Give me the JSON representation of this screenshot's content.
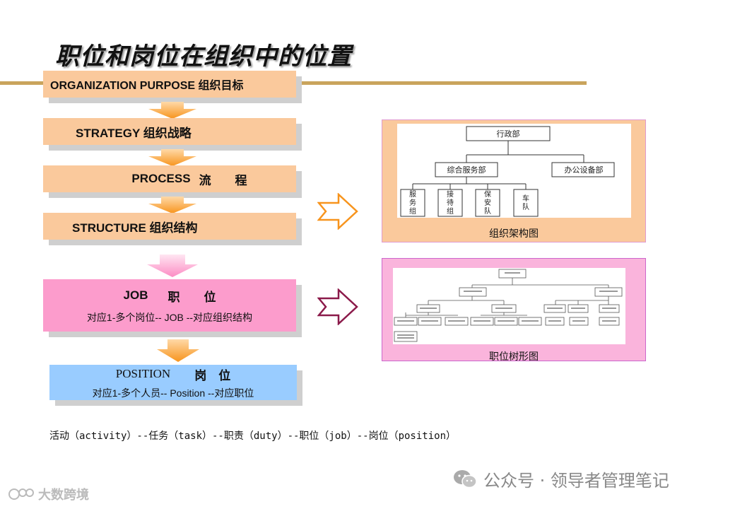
{
  "title": "职位和岗位在组织中的位置",
  "steps": {
    "purpose": "ORGANIZATION  PURPOSE 组织目标",
    "strategy": "STRATEGY  组织战略",
    "process_en": "PROCESS",
    "process_cn": "流　　程",
    "structure": "STRUCTURE  组织结构",
    "job_en": "JOB",
    "job_cn": "职　　位",
    "job_desc": "对应1-多个岗位-- JOB --对应组织结构",
    "position_en": "POSITION",
    "position_cn": "岗　位",
    "position_desc": "对应1-多个人员-- Position --对应职位"
  },
  "org_chart": {
    "caption": "组织架构图",
    "top": "行政部",
    "mid": [
      "综合服务部",
      "办公设备部"
    ],
    "leaves": [
      "服务组",
      "接待组",
      "保安队",
      "车队"
    ]
  },
  "job_tree": {
    "caption": "职位树形图"
  },
  "footer": "活动（activity）--任务（task）--职责（duty）--职位（job）--岗位（position）",
  "watermarks": {
    "right": "公众号 · 领导者管理笔记",
    "left": "大数跨境"
  },
  "colors": {
    "peach": "#fac99c",
    "pink": "#fc9ccc",
    "blue": "#99ccff",
    "gold": "#c9a45c",
    "arrow_orange": "#f7941d",
    "arrow_maroon": "#8b1a4a"
  }
}
